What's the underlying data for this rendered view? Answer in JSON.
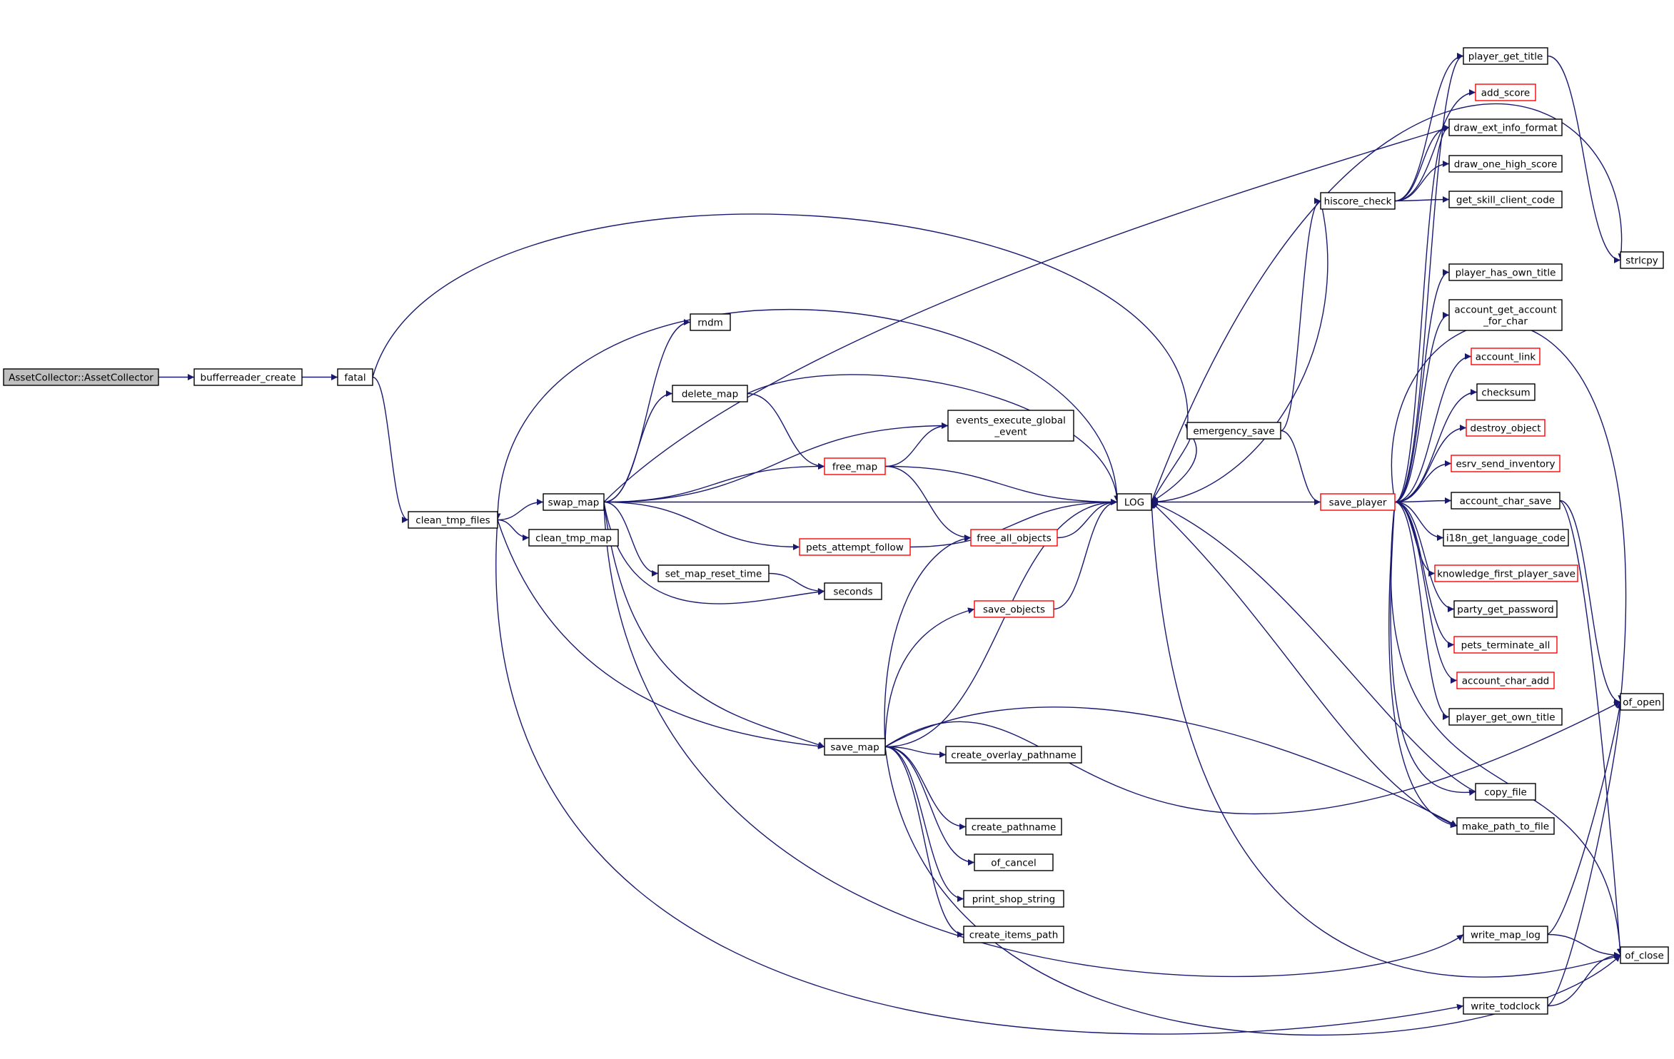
{
  "colors": {
    "edge": "#191970",
    "node_border": "#000000",
    "node_border_red": "#ff0000",
    "root_fill": "#bfbfbf",
    "node_fill": "#ffffff"
  },
  "nodes": [
    {
      "id": "assetcollector",
      "label": [
        "AssetCollector::AssetCollector"
      ],
      "root": true
    },
    {
      "id": "bufferreader_create",
      "label": [
        "bufferreader_create"
      ]
    },
    {
      "id": "fatal",
      "label": [
        "fatal"
      ]
    },
    {
      "id": "clean_tmp_files",
      "label": [
        "clean_tmp_files"
      ]
    },
    {
      "id": "swap_map",
      "label": [
        "swap_map"
      ]
    },
    {
      "id": "clean_tmp_map",
      "label": [
        "clean_tmp_map"
      ]
    },
    {
      "id": "rndm",
      "label": [
        "rndm"
      ]
    },
    {
      "id": "delete_map",
      "label": [
        "delete_map"
      ]
    },
    {
      "id": "events_execute_global_event",
      "label": [
        "events_execute_global",
        "_event"
      ]
    },
    {
      "id": "free_map",
      "label": [
        "free_map"
      ],
      "red": true
    },
    {
      "id": "free_all_objects",
      "label": [
        "free_all_objects"
      ],
      "red": true
    },
    {
      "id": "pets_attempt_follow",
      "label": [
        "pets_attempt_follow"
      ],
      "red": true
    },
    {
      "id": "set_map_reset_time",
      "label": [
        "set_map_reset_time"
      ]
    },
    {
      "id": "seconds",
      "label": [
        "seconds"
      ]
    },
    {
      "id": "save_objects",
      "label": [
        "save_objects"
      ],
      "red": true
    },
    {
      "id": "save_map",
      "label": [
        "save_map"
      ]
    },
    {
      "id": "create_overlay_pathname",
      "label": [
        "create_overlay_pathname"
      ]
    },
    {
      "id": "create_pathname",
      "label": [
        "create_pathname"
      ]
    },
    {
      "id": "of_cancel",
      "label": [
        "of_cancel"
      ]
    },
    {
      "id": "print_shop_string",
      "label": [
        "print_shop_string"
      ]
    },
    {
      "id": "create_items_path",
      "label": [
        "create_items_path"
      ]
    },
    {
      "id": "LOG",
      "label": [
        "LOG"
      ]
    },
    {
      "id": "emergency_save",
      "label": [
        "emergency_save"
      ]
    },
    {
      "id": "save_player",
      "label": [
        "save_player"
      ],
      "red": true
    },
    {
      "id": "hiscore_check",
      "label": [
        "hiscore_check"
      ]
    },
    {
      "id": "player_get_title",
      "label": [
        "player_get_title"
      ]
    },
    {
      "id": "add_score",
      "label": [
        "add_score"
      ],
      "red": true
    },
    {
      "id": "draw_ext_info_format",
      "label": [
        "draw_ext_info_format"
      ]
    },
    {
      "id": "draw_one_high_score",
      "label": [
        "draw_one_high_score"
      ]
    },
    {
      "id": "get_skill_client_code",
      "label": [
        "get_skill_client_code"
      ]
    },
    {
      "id": "player_has_own_title",
      "label": [
        "player_has_own_title"
      ]
    },
    {
      "id": "account_get_account_for_char",
      "label": [
        "account_get_account",
        "_for_char"
      ]
    },
    {
      "id": "account_link",
      "label": [
        "account_link"
      ],
      "red": true
    },
    {
      "id": "checksum",
      "label": [
        "checksum"
      ]
    },
    {
      "id": "destroy_object",
      "label": [
        "destroy_object"
      ],
      "red": true
    },
    {
      "id": "esrv_send_inventory",
      "label": [
        "esrv_send_inventory"
      ],
      "red": true
    },
    {
      "id": "account_char_save",
      "label": [
        "account_char_save"
      ]
    },
    {
      "id": "i18n_get_language_code",
      "label": [
        "i18n_get_language_code"
      ]
    },
    {
      "id": "knowledge_first_player_save",
      "label": [
        "knowledge_first_player_save"
      ],
      "red": true
    },
    {
      "id": "party_get_password",
      "label": [
        "party_get_password"
      ]
    },
    {
      "id": "pets_terminate_all",
      "label": [
        "pets_terminate_all"
      ],
      "red": true
    },
    {
      "id": "account_char_add",
      "label": [
        "account_char_add"
      ],
      "red": true
    },
    {
      "id": "player_get_own_title",
      "label": [
        "player_get_own_title"
      ]
    },
    {
      "id": "copy_file",
      "label": [
        "copy_file"
      ]
    },
    {
      "id": "make_path_to_file",
      "label": [
        "make_path_to_file"
      ]
    },
    {
      "id": "write_map_log",
      "label": [
        "write_map_log"
      ]
    },
    {
      "id": "write_todclock",
      "label": [
        "write_todclock"
      ]
    },
    {
      "id": "strlcpy",
      "label": [
        "strlcpy"
      ]
    },
    {
      "id": "of_open",
      "label": [
        "of_open"
      ]
    },
    {
      "id": "of_close",
      "label": [
        "of_close"
      ]
    }
  ],
  "edges": [
    [
      "assetcollector",
      "bufferreader_create"
    ],
    [
      "bufferreader_create",
      "fatal"
    ],
    [
      "fatal",
      "clean_tmp_files"
    ],
    [
      "fatal",
      "emergency_save"
    ],
    [
      "clean_tmp_files",
      "swap_map"
    ],
    [
      "clean_tmp_files",
      "clean_tmp_map"
    ],
    [
      "clean_tmp_files",
      "save_map"
    ],
    [
      "clean_tmp_files",
      "write_todclock"
    ],
    [
      "swap_map",
      "rndm"
    ],
    [
      "swap_map",
      "delete_map"
    ],
    [
      "swap_map",
      "events_execute_global_event"
    ],
    [
      "swap_map",
      "free_map"
    ],
    [
      "swap_map",
      "LOG"
    ],
    [
      "swap_map",
      "draw_ext_info_format"
    ],
    [
      "swap_map",
      "pets_attempt_follow"
    ],
    [
      "swap_map",
      "set_map_reset_time"
    ],
    [
      "swap_map",
      "seconds"
    ],
    [
      "swap_map",
      "save_map"
    ],
    [
      "swap_map",
      "write_map_log"
    ],
    [
      "delete_map",
      "LOG"
    ],
    [
      "delete_map",
      "free_map"
    ],
    [
      "free_map",
      "events_execute_global_event"
    ],
    [
      "free_map",
      "LOG"
    ],
    [
      "free_map",
      "free_all_objects"
    ],
    [
      "free_all_objects",
      "LOG"
    ],
    [
      "pets_attempt_follow",
      "LOG"
    ],
    [
      "set_map_reset_time",
      "seconds"
    ],
    [
      "save_map",
      "free_all_objects"
    ],
    [
      "save_map",
      "save_objects"
    ],
    [
      "save_map",
      "LOG"
    ],
    [
      "save_map",
      "create_overlay_pathname"
    ],
    [
      "save_map",
      "create_pathname"
    ],
    [
      "save_map",
      "of_cancel"
    ],
    [
      "save_map",
      "print_shop_string"
    ],
    [
      "save_map",
      "create_items_path"
    ],
    [
      "save_map",
      "make_path_to_file"
    ],
    [
      "save_map",
      "of_open"
    ],
    [
      "save_map",
      "of_close"
    ],
    [
      "save_objects",
      "LOG"
    ],
    [
      "LOG",
      "clean_tmp_files"
    ],
    [
      "LOG",
      "emergency_save"
    ],
    [
      "LOG",
      "strlcpy"
    ],
    [
      "emergency_save",
      "LOG"
    ],
    [
      "emergency_save",
      "hiscore_check"
    ],
    [
      "emergency_save",
      "save_player"
    ],
    [
      "save_player",
      "LOG"
    ],
    [
      "save_player",
      "player_get_title"
    ],
    [
      "save_player",
      "draw_ext_info_format"
    ],
    [
      "save_player",
      "player_has_own_title"
    ],
    [
      "save_player",
      "account_get_account_for_char"
    ],
    [
      "save_player",
      "account_link"
    ],
    [
      "save_player",
      "checksum"
    ],
    [
      "save_player",
      "destroy_object"
    ],
    [
      "save_player",
      "esrv_send_inventory"
    ],
    [
      "save_player",
      "account_char_save"
    ],
    [
      "save_player",
      "i18n_get_language_code"
    ],
    [
      "save_player",
      "knowledge_first_player_save"
    ],
    [
      "save_player",
      "party_get_password"
    ],
    [
      "save_player",
      "pets_terminate_all"
    ],
    [
      "save_player",
      "account_char_add"
    ],
    [
      "save_player",
      "player_get_own_title"
    ],
    [
      "save_player",
      "copy_file"
    ],
    [
      "save_player",
      "make_path_to_file"
    ],
    [
      "save_player",
      "of_open"
    ],
    [
      "save_player",
      "of_close"
    ],
    [
      "hiscore_check",
      "LOG"
    ],
    [
      "hiscore_check",
      "player_get_title"
    ],
    [
      "hiscore_check",
      "add_score"
    ],
    [
      "hiscore_check",
      "draw_ext_info_format"
    ],
    [
      "hiscore_check",
      "draw_one_high_score"
    ],
    [
      "hiscore_check",
      "get_skill_client_code"
    ],
    [
      "player_get_title",
      "strlcpy"
    ],
    [
      "account_char_save",
      "of_open"
    ],
    [
      "account_char_save",
      "of_close"
    ],
    [
      "make_path_to_file",
      "LOG"
    ],
    [
      "copy_file",
      "LOG"
    ],
    [
      "write_map_log",
      "of_open"
    ],
    [
      "write_map_log",
      "of_close"
    ],
    [
      "write_todclock",
      "of_open"
    ],
    [
      "write_todclock",
      "of_close"
    ],
    [
      "of_close",
      "LOG"
    ]
  ]
}
